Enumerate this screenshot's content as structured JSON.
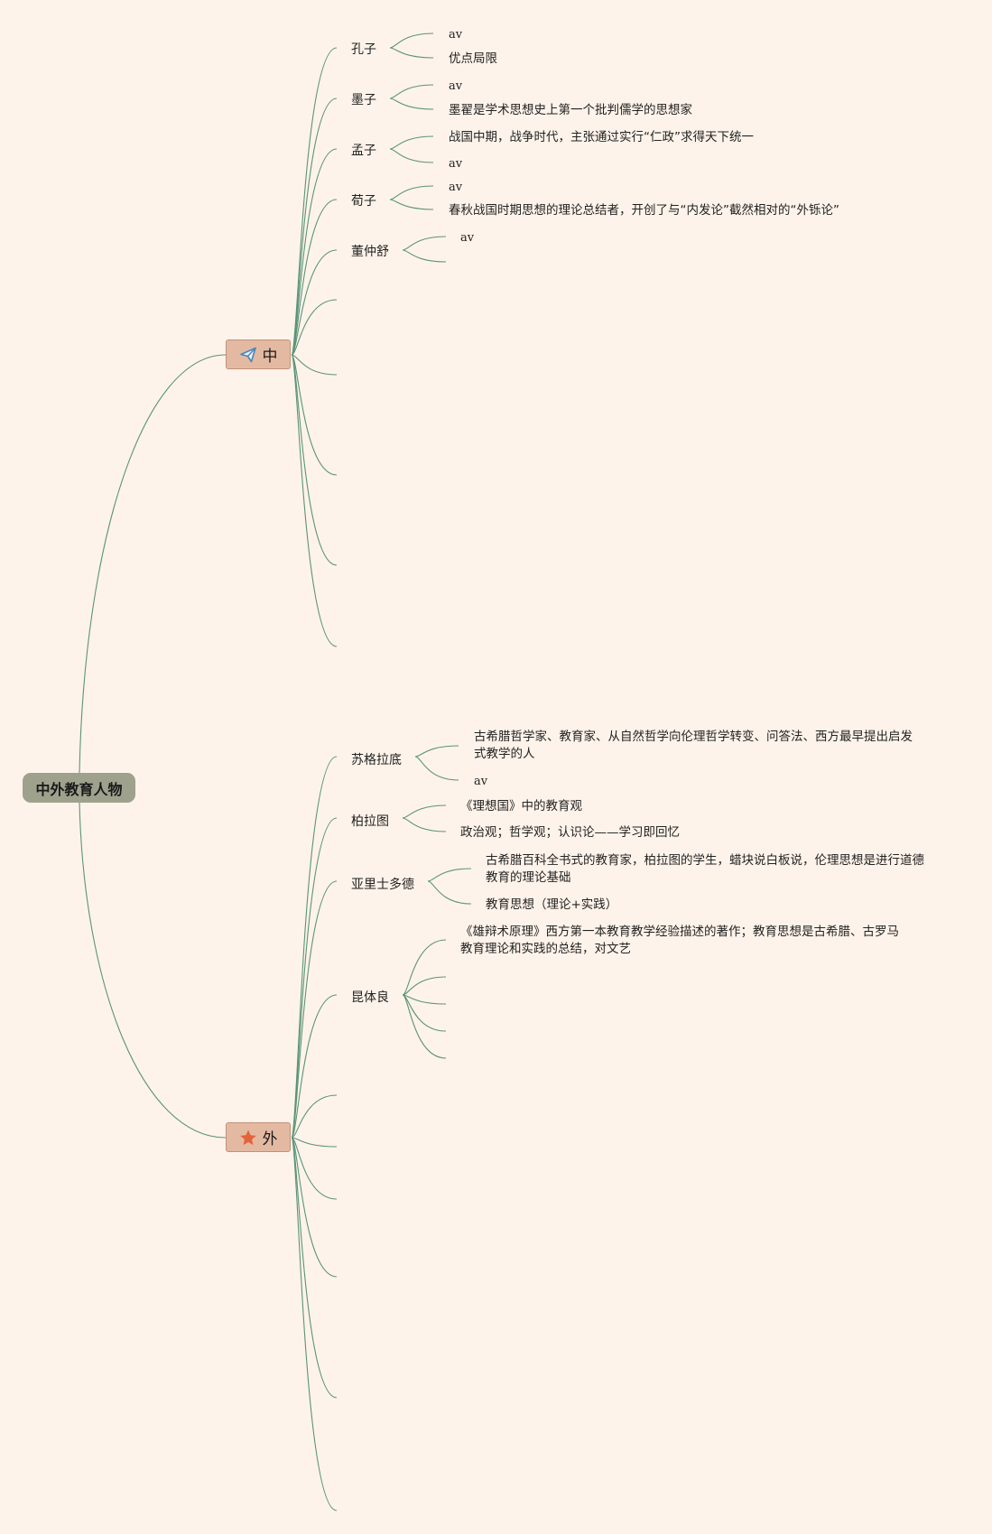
{
  "root": {
    "label": "中外教育人物"
  },
  "branches": [
    {
      "label": "中",
      "icon": "paper-plane-icon",
      "people": [
        {
          "name": "孔子",
          "notes": [
            "av",
            "优点局限"
          ]
        },
        {
          "name": "墨子",
          "notes": [
            "av",
            "墨翟是学术思想史上第一个批判儒学的思想家"
          ]
        },
        {
          "name": "孟子",
          "notes": [
            "战国中期，战争时代，主张通过实行“仁政”求得天下统一",
            "av"
          ]
        },
        {
          "name": "荀子",
          "notes": [
            "av",
            "春秋战国时期思想的理论总结者，开创了与“内发论”截然相对的“外铄论”"
          ]
        },
        {
          "name": "董仲舒",
          "notes": [
            "av"
          ]
        }
      ]
    },
    {
      "label": "外",
      "icon": "star-icon",
      "people": [
        {
          "name": "苏格拉底",
          "notes": [
            "古希腊哲学家、教育家、从自然哲学向伦理哲学转变、问答法、西方最早提出启发式教学的人",
            "av"
          ]
        },
        {
          "name": "柏拉图",
          "notes": [
            "《理想国》中的教育观",
            "政治观；哲学观；认识论——学习即回忆"
          ]
        },
        {
          "name": "亚里士多德",
          "notes": [
            "古希腊百科全书式的教育家，柏拉图的学生，蜡块说白板说，伦理思想是进行道德教育的理论基础",
            "教育思想（理论+实践）"
          ]
        },
        {
          "name": "昆体良",
          "notes": [
            "《雄辩术原理》西方第一本教育教学经验描述的著作；教育思想是古希腊、古罗马教育理论和实践的总结，对文艺"
          ]
        }
      ]
    }
  ],
  "colors": {
    "background": "#fef3ea",
    "root": "#9ea28c",
    "branch": "#e4b9a2",
    "link": "#5a9478",
    "star": "#e3643a",
    "plane": "#4a86b8"
  }
}
